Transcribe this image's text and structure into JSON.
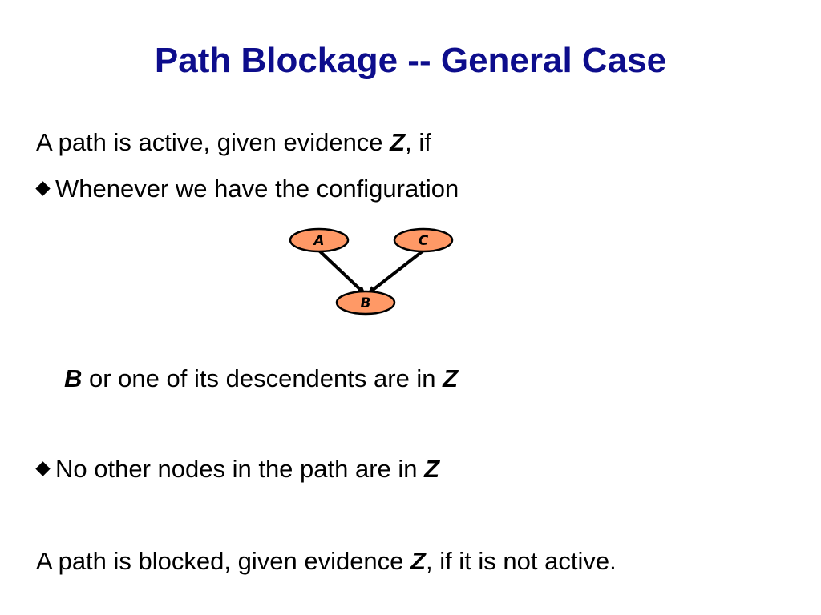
{
  "slide": {
    "title": "Path Blockage -- General Case",
    "line1": {
      "pre": "A path is active, given evidence ",
      "var": "Z",
      "post": ", if"
    },
    "bullet1": "Whenever we have the configuration",
    "line3": {
      "var": "B",
      "post": " or one of its descendents are in ",
      "var2": "Z"
    },
    "bullet2": {
      "pre": "No other nodes in the path are in ",
      "var": "Z"
    },
    "line5": {
      "pre": "A path is blocked, given evidence ",
      "var": "Z",
      "post": ", if it is not active."
    }
  },
  "diagram": {
    "nodes": [
      {
        "id": "A",
        "label": "A"
      },
      {
        "id": "C",
        "label": "C"
      },
      {
        "id": "B",
        "label": "B"
      }
    ],
    "edges": [
      {
        "from": "A",
        "to": "B"
      },
      {
        "from": "C",
        "to": "B"
      }
    ],
    "colors": {
      "node_fill": "#ff9966",
      "stroke": "#000000",
      "title": "#0d0d8c"
    }
  }
}
